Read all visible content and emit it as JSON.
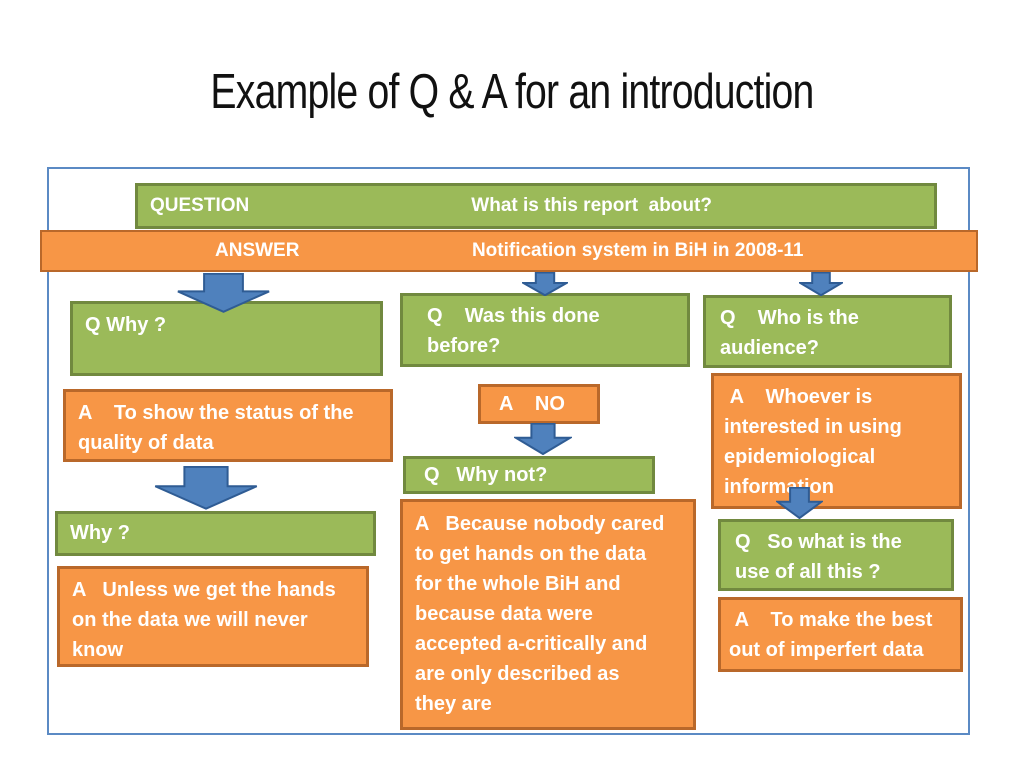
{
  "slide": {
    "title": "Example of Q & A for an introduction"
  },
  "header": {
    "question_label": "QUESTION",
    "question_text": "What is this report  about?",
    "answer_label": "ANSWER",
    "answer_text": "Notification system in BiH in 2008-11"
  },
  "columns": [
    {
      "boxes": [
        {
          "type": "question",
          "text": "Q Why ?"
        },
        {
          "type": "answer",
          "text": "A    To show the status of the\nquality of data"
        },
        {
          "type": "question",
          "text": "Why ?"
        },
        {
          "type": "answer",
          "text": "A   Unless we get the hands\non the data we will never\nknow"
        }
      ]
    },
    {
      "boxes": [
        {
          "type": "question",
          "text": "Q    Was this done\nbefore?"
        },
        {
          "type": "answer",
          "text": "A    NO"
        },
        {
          "type": "question",
          "text": "Q   Why not?"
        },
        {
          "type": "answer",
          "text": "A   Because nobody cared\nto get hands on the data\nfor the whole BiH and\nbecause data were\naccepted a-critically and\nare only described as\nthey are"
        }
      ]
    },
    {
      "boxes": [
        {
          "type": "question",
          "text": "Q    Who is the\naudience?"
        },
        {
          "type": "answer",
          "text": " A    Whoever is\ninterested in using\nepidemiological\ninformation"
        },
        {
          "type": "question",
          "text": "Q   So what is the\nuse of all this ?"
        },
        {
          "type": "answer",
          "text": " A    To make the best\nout of imperfert data"
        }
      ]
    }
  ],
  "colors": {
    "question_fill": "#9bba59",
    "question_border": "#71893f",
    "answer_fill": "#f79646",
    "answer_border": "#b9682a",
    "arrow_fill": "#4f81bd",
    "arrow_border": "#2f5c94",
    "frame_border": "#5b8ac4",
    "title_color": "#111111",
    "box_text_color": "#ffffff"
  }
}
